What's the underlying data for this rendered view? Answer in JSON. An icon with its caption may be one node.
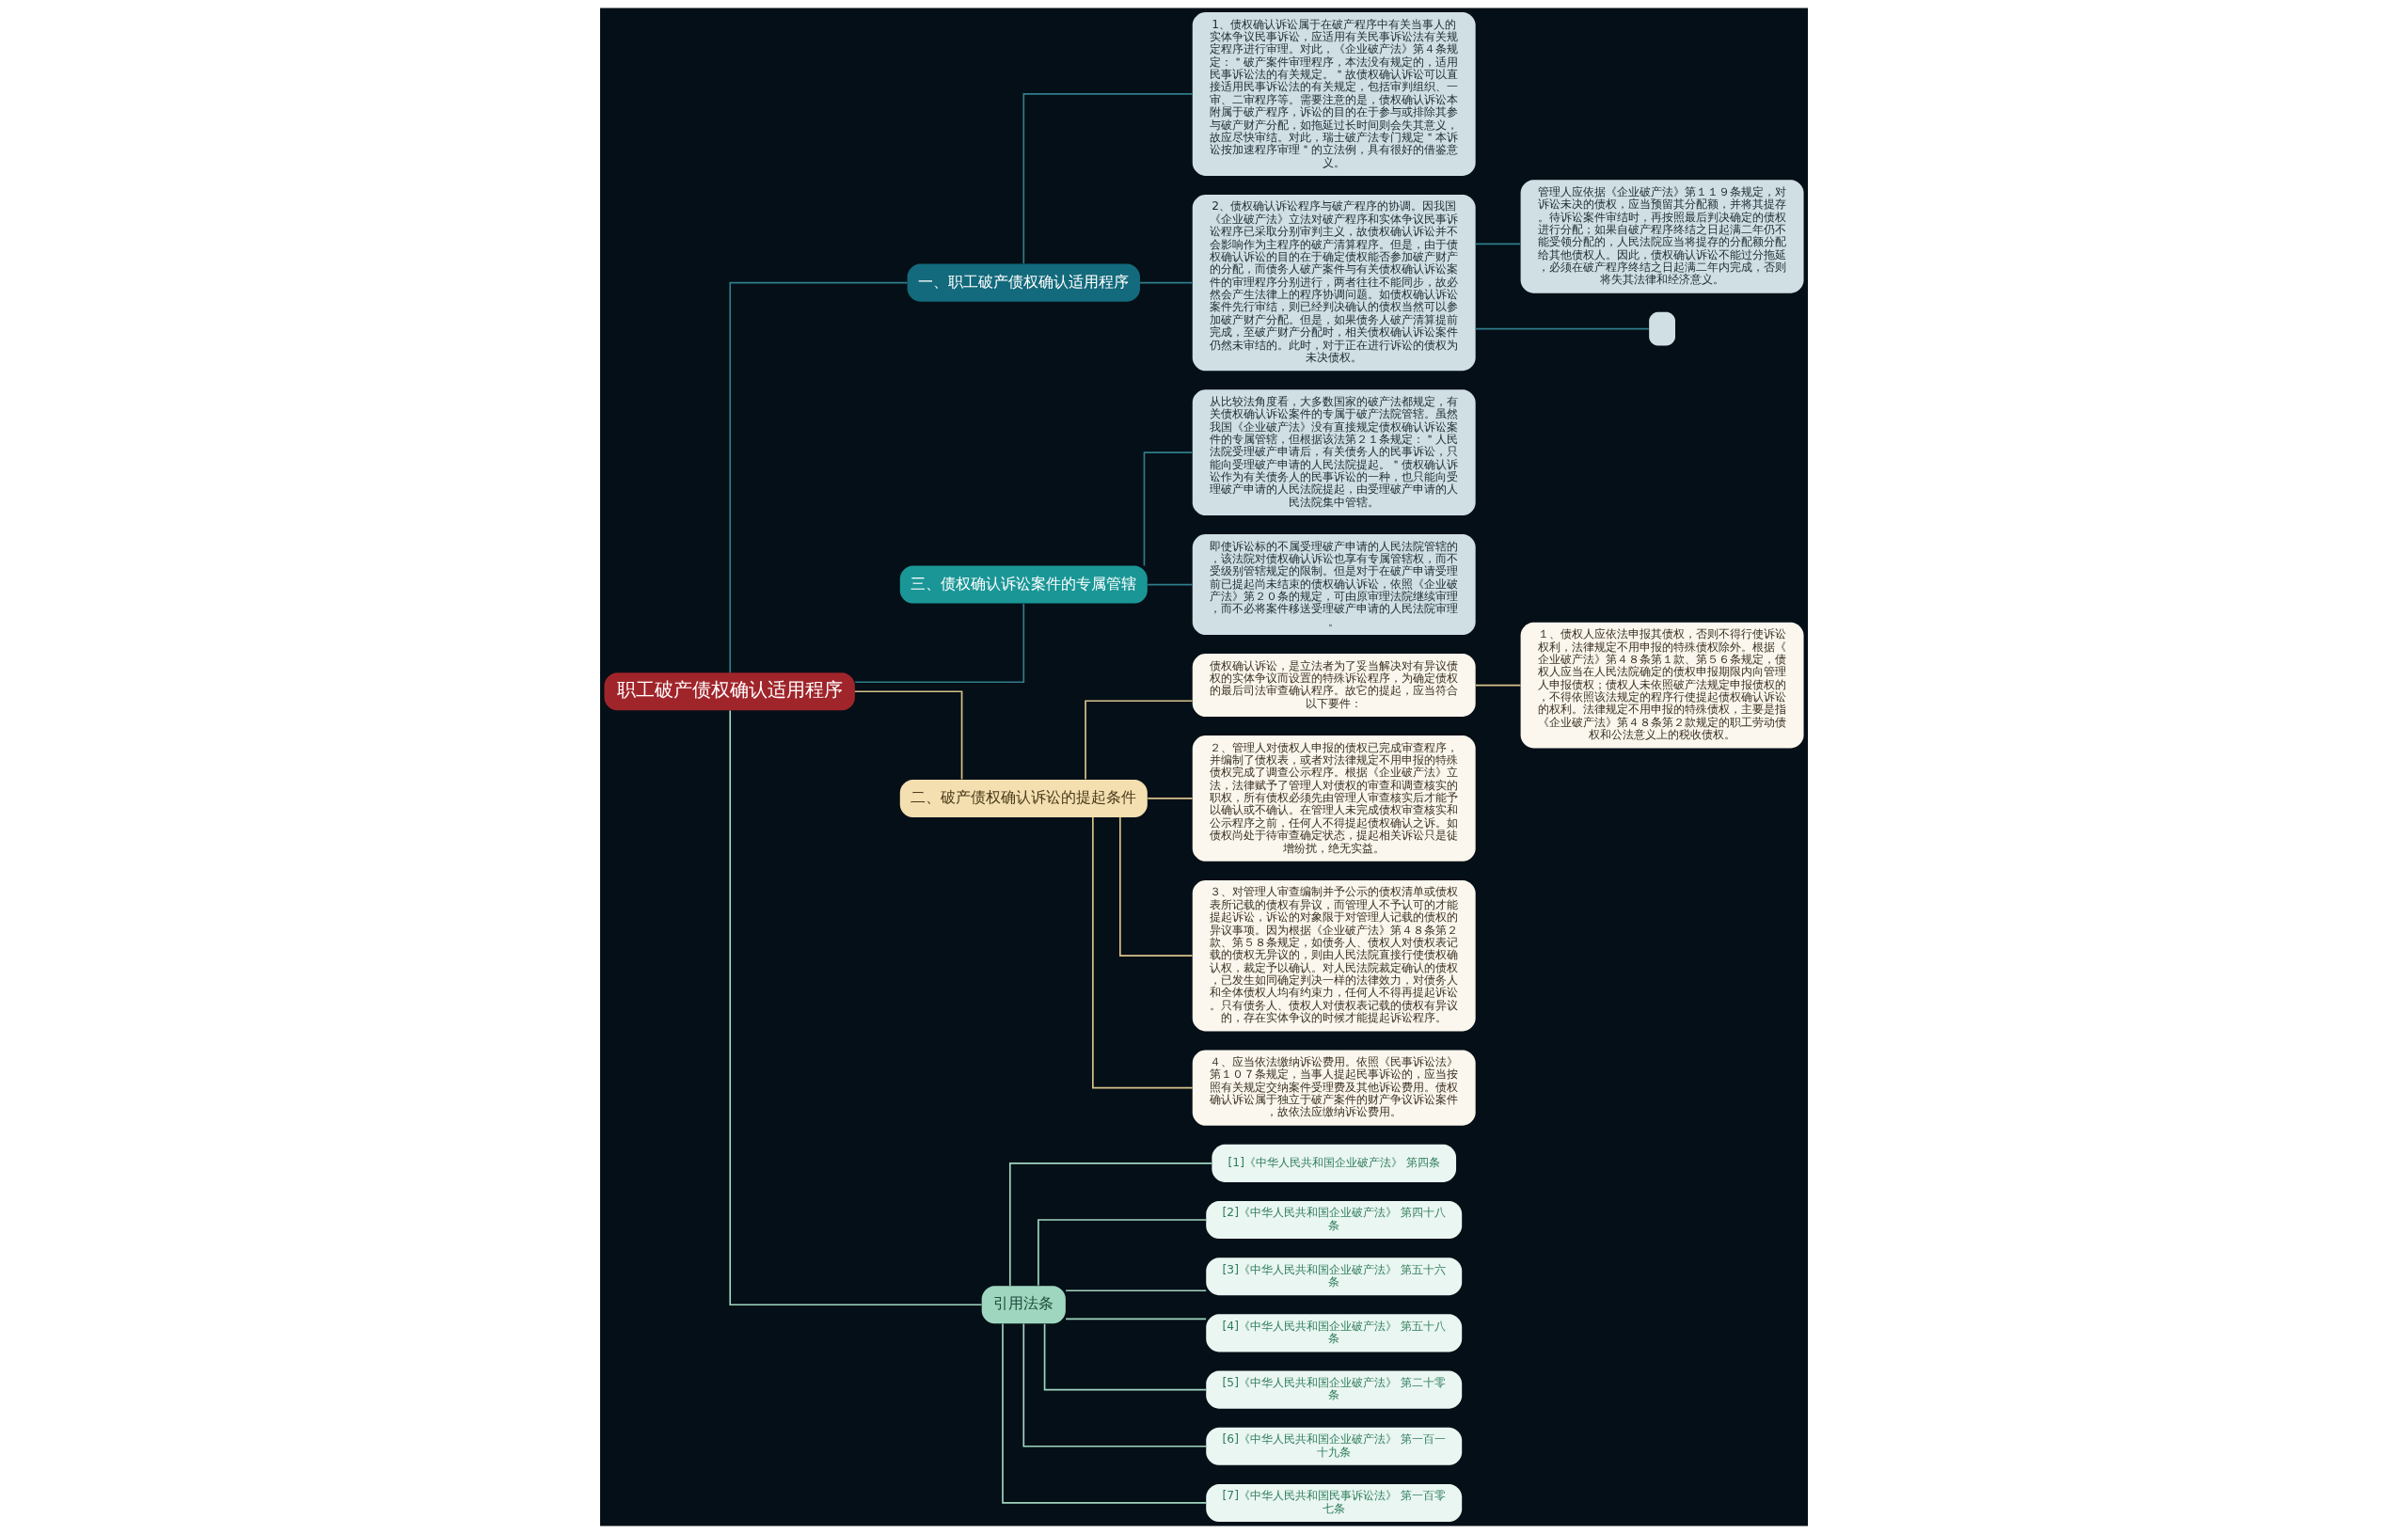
{
  "diagram": {
    "nodes": [
      {
        "text": [
          "职工破产债权确认适用程序"
        ]
      },
      {
        "text": [
          "一、职工破产债权确认适用程序"
        ]
      },
      {
        "text": [
          "1、债权确认诉讼属于在破产程序中有关当事人的实体争议民事诉讼，应适用有关民事诉讼法有关规定程序进行审理。对此，《企业破产法》第４条规定：＂破产案件审理程序，本法没有规定的，适用民事诉讼法的有关规定。＂故债权确认诉讼可以直接适用民事诉讼法的有关规定，包括审判组织、一审、二审程序等。需要注意的是，债权确认诉讼本附属于破产程序，诉讼的目的在于参与或排除其参与破产财产分配，如拖延过长时间则会失其意义，故应尽快审结。对此，瑞士破产法专门规定＂本诉讼按加速程序审理＂的立法例，具有很好的借鉴意义。"
        ]
      },
      {
        "text": [
          "2、债权确认诉讼程序与破产程序的协调。因我国《企业破产法》立法对破产程序和实体争议民事诉讼程序已采取分别审判主义，故债权确认诉讼并不会影响作为主程序的破产清算程序。但是，由于债权确认诉讼的目的在于确定债权能否参加破产财产的分配，而债务人破产案件与有关债权确认诉讼案件的审理程序分别进行，两者往往不能同步，故必然会产生法律上的程序协调问题。如债权确认诉讼案件先行审结，则已经判决确认的债权当然可以参加破产财产分配。但是，如果债务人破产清算提前完成，至破产财产分配时，相关债权确认诉讼案件仍然未审结的。此时，对于正在进行诉讼的债权为未决债权。"
        ]
      },
      {
        "text": [
          "管理人应依据《企业破产法》第１１９条规定，对诉讼未决的债权，应当预留其分配额，并将其提存。待诉讼案件审结时，再按照最后判决确定的债权进行分配；如果自破产程序终结之日起满二年仍不能受领分配的，人民法院应当将提存的分配额分配给其他债权人。因此，债权确认诉讼不能过分拖延，必须在破产程序终结之日起满二年内完成，否则将失其法律和经济意义。"
        ]
      },
      {
        "text": [],
        "shape": "box"
      },
      {
        "text": [
          "三、债权确认诉讼案件的专属管辖"
        ]
      },
      {
        "text": [
          "从比较法角度看，大多数国家的破产法都规定，有关债权确认诉讼案件的专属于破产法院管辖。虽然我国《企业破产法》没有直接规定债权确认诉讼案件的专属管辖，但根据该法第２１条规定：＂人民法院受理破产申请后，有关债务人的民事诉讼，只能向受理破产申请的人民法院提起。＂债权确认诉讼作为有关债务人的民事诉讼的一种，也只能向受理破产申请的人民法院提起，由受理破产申请的人民法院集中管辖。"
        ]
      },
      {
        "text": [
          "即使诉讼标的不属受理破产申请的人民法院管辖的，该法院对债权确认诉讼也享有专属管辖权，而不受级别管辖规定的限制。但是对于在破产申请受理前已提起尚未结束的债权确认诉讼，依照《企业破产法》第２０条的规定，可由原审理法院继续审理，而不必将案件移送受理破产申请的人民法院审理。"
        ]
      },
      {
        "text": [
          "二、破产债权确认诉讼的提起条件"
        ]
      },
      {
        "text": [
          "债权确认诉讼，是立法者为了妥当解决对有异议债权的实体争议而设置的特殊诉讼程序，为确定债权的最后司法审查确认程序。故它的提起，应当符合以下要件："
        ]
      },
      {
        "text": [
          "１、债权人应依法申报其债权，否则不得行使诉讼权利，法律规定不用申报的特殊债权除外。根据《企业破产法》第４８条第１款、第５６条规定，债权人应当在人民法院确定的债权申报期限内向管理人申报债权；债权人未依照破产法规定申报债权的，不得依照该法规定的程序行使提起债权确认诉讼的权利。法律规定不用申报的特殊债权，主要是指《企业破产法》第４８条第２款规定的职工劳动债权和公法意义上的税收债权。"
        ]
      },
      {
        "text": [
          "２、管理人对债权人申报的债权已完成审查程序，并编制了债权表，或者对法律规定不用申报的特殊债权完成了调查公示程序。根据《企业破产法》立法，法律赋予了管理人对债权的审查和调查核实的职权，所有债权必须先由管理人审查核实后才能予以确认或不确认。在管理人未完成债权审查核实和公示程序之前，任何人不得提起债权确认之诉。如债权尚处于待审查确定状态，提起相关诉讼只是徒增纷扰，绝无实益。"
        ]
      },
      {
        "text": [
          "３、对管理人审查编制并予公示的债权清单或债权表所记载的债权有异议，而管理人不予认可的才能提起诉讼，诉讼的对象限于对管理人记载的债权的异议事项。因为根据《企业破产法》第４８条第２款、第５８条规定，如债务人、债权人对债权表记载的债权无异议的，则由人民法院直接行使债权确认权，裁定予以确认。对人民法院裁定确认的债权，已发生如同确定判决一样的法律效力，对债务人和全体债权人均有约束力，任何人不得再提起诉讼。只有债务人、债权人对债权表记载的债权有异议的，存在实体争议的时候才能提起诉讼程序。"
        ]
      },
      {
        "text": [
          "４、应当依法缴纳诉讼费用。依照《民事诉讼法》第１０７条规定，当事人提起民事诉讼的，应当按照有关规定交纳案件受理费及其他诉讼费用。债权确认诉讼属于独立于破产案件的财产争议诉讼案件，故依法应缴纳诉讼费用。"
        ]
      },
      {
        "text": [
          "引用法条"
        ]
      },
      {
        "text": [
          "[1]《中华人民共和国企业破产法》 第四条"
        ]
      },
      {
        "text": [
          "[2]《中华人民共和国企业破产法》 第四十八条"
        ]
      },
      {
        "text": [
          "[3]《中华人民共和国企业破产法》 第五十六条"
        ]
      },
      {
        "text": [
          "[4]《中华人民共和国企业破产法》 第五十八条"
        ]
      },
      {
        "text": [
          "[5]《中华人民共和国企业破产法》 第二十零条"
        ]
      },
      {
        "text": [
          "[6]《中华人民共和国企业破产法》 第一百一十九条"
        ]
      },
      {
        "text": [
          "[7]《中华人民共和国民事诉讼法》 第一百零七条"
        ]
      }
    ],
    "edges": [
      {
        "from": 0,
        "to": 1,
        "arrow": "none"
      },
      {
        "from": 1,
        "to": 2,
        "arrow": "none"
      },
      {
        "from": 1,
        "to": 3,
        "arrow": "none"
      },
      {
        "from": 3,
        "to": 4,
        "arrow": "none"
      },
      {
        "from": 3,
        "to": 5,
        "arrow": "none"
      },
      {
        "from": 0,
        "to": 6,
        "arrow": "none"
      },
      {
        "from": 6,
        "to": 7,
        "arrow": "none"
      },
      {
        "from": 6,
        "to": 8,
        "arrow": "none"
      },
      {
        "from": 0,
        "to": 9,
        "arrow": "none",
        "color": "#d8c38a"
      },
      {
        "from": 9,
        "to": 10,
        "arrow": "none",
        "color": "#d8c38a"
      },
      {
        "from": 10,
        "to": 11,
        "arrow": "none",
        "color": "#d8c38a"
      },
      {
        "from": 9,
        "to": 12,
        "arrow": "none",
        "color": "#d8c38a"
      },
      {
        "from": 9,
        "to": 13,
        "arrow": "none",
        "color": "#d8c38a"
      },
      {
        "from": 9,
        "to": 14,
        "arrow": "none",
        "color": "#d8c38a"
      },
      {
        "from": 0,
        "to": 15,
        "arrow": "none",
        "color": "#9fd6c0"
      },
      {
        "from": 15,
        "to": 16,
        "arrow": "none",
        "color": "#9fd6c0"
      },
      {
        "from": 15,
        "to": 17,
        "arrow": "none",
        "color": "#9fd6c0"
      },
      {
        "from": 15,
        "to": 18,
        "arrow": "none",
        "color": "#9fd6c0"
      },
      {
        "from": 15,
        "to": 19,
        "arrow": "none",
        "color": "#9fd6c0"
      },
      {
        "from": 15,
        "to": 20,
        "arrow": "none",
        "color": "#9fd6c0"
      },
      {
        "from": 15,
        "to": 21,
        "arrow": "none",
        "color": "#9fd6c0"
      },
      {
        "from": 15,
        "to": 22,
        "arrow": "none",
        "color": "#9fd6c0"
      }
    ]
  }
}
